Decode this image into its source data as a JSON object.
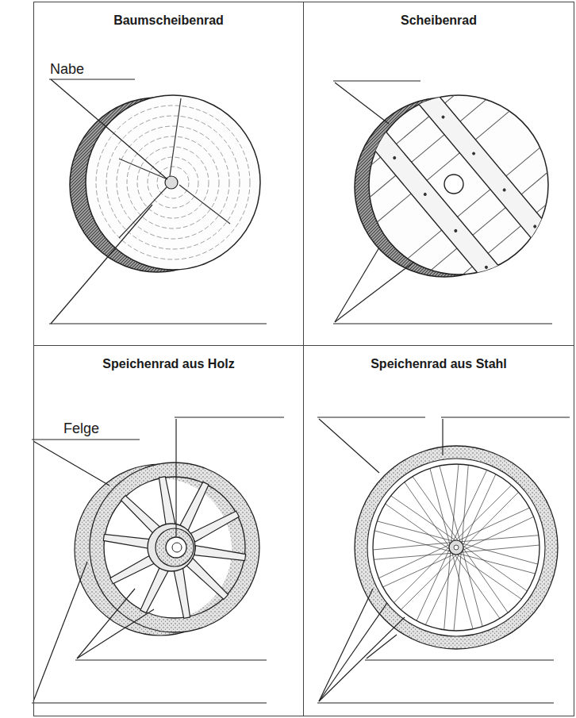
{
  "diagram": {
    "nodes": [
      {
        "text": [
          "Baumscheibenrad"
        ]
      },
      {
        "text": [
          "Scheibenrad"
        ]
      },
      {
        "text": [
          "Speichenrad aus Holz"
        ]
      },
      {
        "text": [
          "Speichenrad aus Stahl"
        ]
      }
    ],
    "labels": [
      "Nabe",
      "Felge"
    ]
  }
}
